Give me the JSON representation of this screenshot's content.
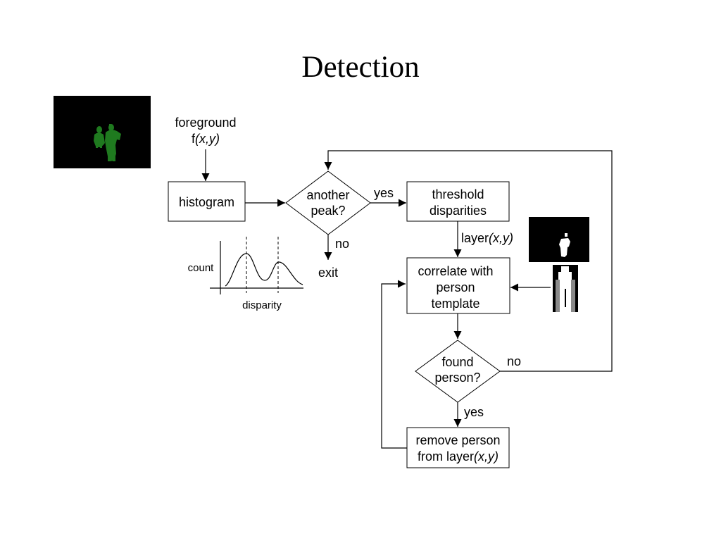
{
  "title": "Detection",
  "nodes": {
    "foreground": {
      "line1": "foreground",
      "line2_prefix": "f",
      "line2_italic": "(x,y)"
    },
    "histogram": {
      "label": "histogram"
    },
    "another_peak": {
      "line1": "another",
      "line2": "peak?"
    },
    "exit": {
      "label": "exit"
    },
    "threshold": {
      "line1": "threshold",
      "line2": "disparities"
    },
    "correlate": {
      "line1": "correlate with",
      "line2": "person",
      "line3": "template"
    },
    "found_person": {
      "line1": "found",
      "line2": "person?"
    },
    "remove_person": {
      "line1": "remove person",
      "line2_prefix": "from layer",
      "line2_italic": "(x,y)"
    }
  },
  "edge_labels": {
    "peak_yes": "yes",
    "peak_no": "no",
    "layer_prefix": "layer",
    "layer_italic": "(x,y)",
    "found_no": "no",
    "found_yes": "yes"
  },
  "histogram_plot": {
    "ylabel": "count",
    "xlabel": "disparity"
  },
  "images": {
    "foreground_thumbnail": "green silhouettes of people on black background",
    "layer_thumbnail": "white person silhouette on black background",
    "person_template": "black and white person template with grey edges"
  },
  "colors": {
    "foreground_bg": "#000000",
    "foreground_fg": "#1f7a1f",
    "template_grey": "#8a8a8a"
  }
}
